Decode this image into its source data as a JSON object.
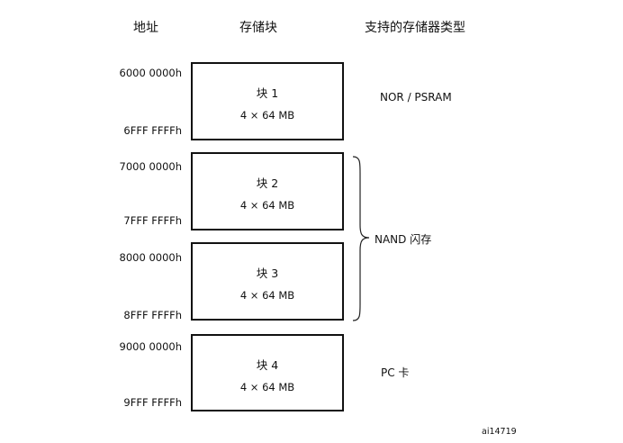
{
  "headers": {
    "address": "地址",
    "bank": "存储块",
    "types": "支持的存储器类型"
  },
  "banks": [
    {
      "name": "块 1",
      "size": "4 × 64 MB",
      "start": "6000 0000h",
      "end": "6FFF FFFFh"
    },
    {
      "name": "块 2",
      "size": "4 × 64 MB",
      "start": "7000 0000h",
      "end": "7FFF FFFFh"
    },
    {
      "name": "块 3",
      "size": "4 × 64 MB",
      "start": "8000 0000h",
      "end": "8FFF FFFFh"
    },
    {
      "name": "块 4",
      "size": "4 × 64 MB",
      "start": "9000 0000h",
      "end": "9FFF FFFFh"
    }
  ],
  "memory_types": {
    "bank1": "NOR /  PSRAM",
    "bank23": "NAND 闪存",
    "bank4": "PC 卡"
  },
  "reference": "ai14719"
}
